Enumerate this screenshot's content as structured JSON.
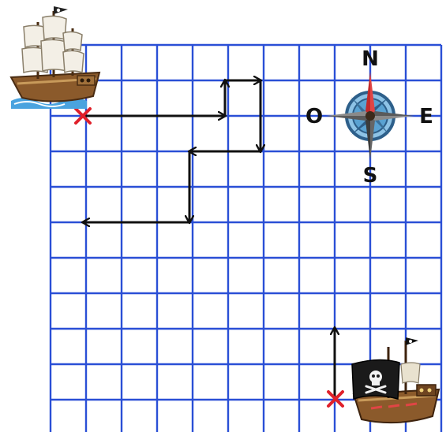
{
  "compass": {
    "north": "N",
    "south": "S",
    "east": "E",
    "west": "O"
  },
  "grid": {
    "columns": 11,
    "rows": 11,
    "line_color": "#2a4fd6",
    "background": "#ffffff"
  },
  "ships": [
    {
      "name": "white-sail-ship",
      "flag": "jolly-roger"
    },
    {
      "name": "black-sail-pirate-ship",
      "flag": "jolly-roger"
    }
  ],
  "markers": {
    "cross_color": "#e0202a",
    "arrow_color": "#111111"
  },
  "path_moves": [
    {
      "direction": "east",
      "cells": 4
    },
    {
      "direction": "north",
      "cells": 1
    },
    {
      "direction": "east",
      "cells": 1
    },
    {
      "direction": "south",
      "cells": 2
    },
    {
      "direction": "west",
      "cells": 2
    },
    {
      "direction": "south",
      "cells": 2
    },
    {
      "direction": "west",
      "cells": 3
    }
  ],
  "second_path_moves": [
    {
      "direction": "north",
      "cells": 2
    }
  ]
}
